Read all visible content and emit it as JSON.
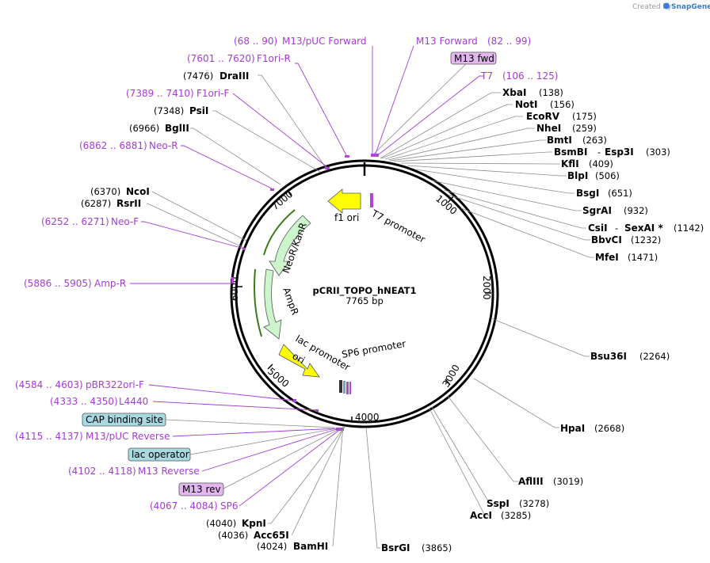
{
  "watermark": {
    "prefix": "Created by",
    "brand": "SnapGene"
  },
  "plasmid": {
    "name": "pCRII_TOPO_hNEAT1",
    "length_label": "7765 bp",
    "length_bp": 7765
  },
  "ruler": [
    "1000",
    "2000",
    "3000",
    "4000",
    "5000",
    "6000",
    "7000"
  ],
  "sites_right": [
    {
      "name": "XbaI",
      "pos": "(138)"
    },
    {
      "name": "NotI",
      "pos": "(156)"
    },
    {
      "name": "EcoRV",
      "pos": "(175)"
    },
    {
      "name": "NheI",
      "pos": "(259)"
    },
    {
      "name": "BmtI",
      "pos": "(263)"
    },
    {
      "name": "BsmBI",
      "sep": "-",
      "name2": "Esp3I",
      "pos": "(303)"
    },
    {
      "name": "KflI",
      "pos": "(409)"
    },
    {
      "name": "BlpI",
      "pos": "(506)"
    },
    {
      "name": "BsgI",
      "pos": "(651)"
    },
    {
      "name": "SgrAI",
      "pos": "(932)"
    },
    {
      "name": "CsiI",
      "sep": "-",
      "name2": "SexAI *",
      "pos": "(1142)"
    },
    {
      "name": "BbvCI",
      "pos": "(1232)"
    },
    {
      "name": "MfeI",
      "pos": "(1471)"
    },
    {
      "name": "Bsu36I",
      "pos": "(2264)"
    },
    {
      "name": "HpaI",
      "pos": "(2668)"
    },
    {
      "name": "AflIII",
      "pos": "(3019)"
    },
    {
      "name": "SspI",
      "pos": "(3278)"
    },
    {
      "name": "AccI",
      "pos": "(3285)"
    },
    {
      "name": "BsrGI",
      "pos": "(3865)"
    }
  ],
  "sites_left": [
    {
      "name": "DraIII",
      "pos": "(7476)"
    },
    {
      "name": "PsiI",
      "pos": "(7348)"
    },
    {
      "name": "BglII",
      "pos": "(6966)"
    },
    {
      "name": "NcoI",
      "pos": "(6370)"
    },
    {
      "name": "RsrII",
      "pos": "(6287)"
    },
    {
      "name": "KpnI",
      "pos": "(4040)"
    },
    {
      "name": "Acc65I",
      "pos": "(4036)"
    },
    {
      "name": "BamHI",
      "pos": "(4024)"
    }
  ],
  "primers": [
    {
      "name": "M13/pUC Forward",
      "range": "(68 .. 90)"
    },
    {
      "name": "M13 Forward",
      "range": "(82 .. 99)"
    },
    {
      "name": "T7",
      "range": "(106 .. 125)"
    },
    {
      "name": "F1ori-R",
      "range": "(7601 .. 7620)"
    },
    {
      "name": "F1ori-F",
      "range": "(7389 .. 7410)"
    },
    {
      "name": "Neo-R",
      "range": "(6862 .. 6881)"
    },
    {
      "name": "Neo-F",
      "range": "(6252 .. 6271)"
    },
    {
      "name": "Amp-R",
      "range": "(5886 .. 5905)"
    },
    {
      "name": "pBR322ori-F",
      "range": "(4584 .. 4603)"
    },
    {
      "name": "L4440",
      "range": "(4333 .. 4350)"
    },
    {
      "name": "M13/pUC Reverse",
      "range": "(4115 .. 4137)"
    },
    {
      "name": "M13 Reverse",
      "range": "(4102 .. 4118)"
    },
    {
      "name": "SP6",
      "range": "(4067 .. 4084)"
    }
  ],
  "boxed_features": [
    {
      "label": "M13 fwd",
      "color": "#e2b6ef"
    },
    {
      "label": "CAP binding site",
      "color": "#a8d8e0"
    },
    {
      "label": "lac operator",
      "color": "#a8d8e0"
    },
    {
      "label": "M13 rev",
      "color": "#e2b6ef"
    }
  ],
  "inner_features": [
    {
      "label": "f1 ori"
    },
    {
      "label": "T7 promoter"
    },
    {
      "label": "NeoR/KanR"
    },
    {
      "label": "AmpR"
    },
    {
      "label": "SP6 promoter"
    },
    {
      "label": "lac promoter"
    },
    {
      "label": "ori"
    }
  ],
  "colors": {
    "primer": "#a43bd6",
    "promoter": "#ffff00",
    "marker": "#ccf5cc",
    "marker_dark": "#3a7a1a",
    "backbone": "#000000"
  }
}
